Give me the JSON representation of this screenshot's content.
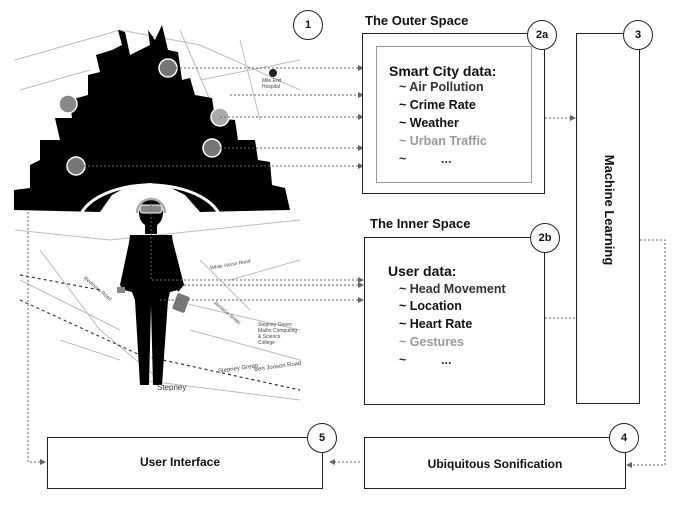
{
  "numbers": {
    "n1": "1",
    "n2a": "2a",
    "n2b": "2b",
    "n3": "3",
    "n4": "4",
    "n5": "5"
  },
  "outer": {
    "heading": "The Outer Space",
    "title": "Smart City data:",
    "items": [
      "~ Air Pollution",
      "~ Crime Rate",
      "~ Weather",
      "~ Urban Traffic",
      "~          ..."
    ]
  },
  "inner": {
    "heading": "The Inner Space",
    "title": "User data:",
    "items": [
      "~ Head Movement",
      "~ Location",
      "~ Heart Rate",
      "~ Gestures",
      "~          ..."
    ]
  },
  "machine_learning": "Machine Learning",
  "sonification": "Ubiquitous Sonification",
  "user_interface": "User Interface",
  "map": {
    "place": "Stepney",
    "streets": [
      "Stepney Green",
      "Ben Jonson Road",
      "Mile End Hospital",
      "Stepney Green Maths Computing & Science College",
      "Redmans Road",
      "Jamaica Street",
      "White Horse Road"
    ]
  }
}
